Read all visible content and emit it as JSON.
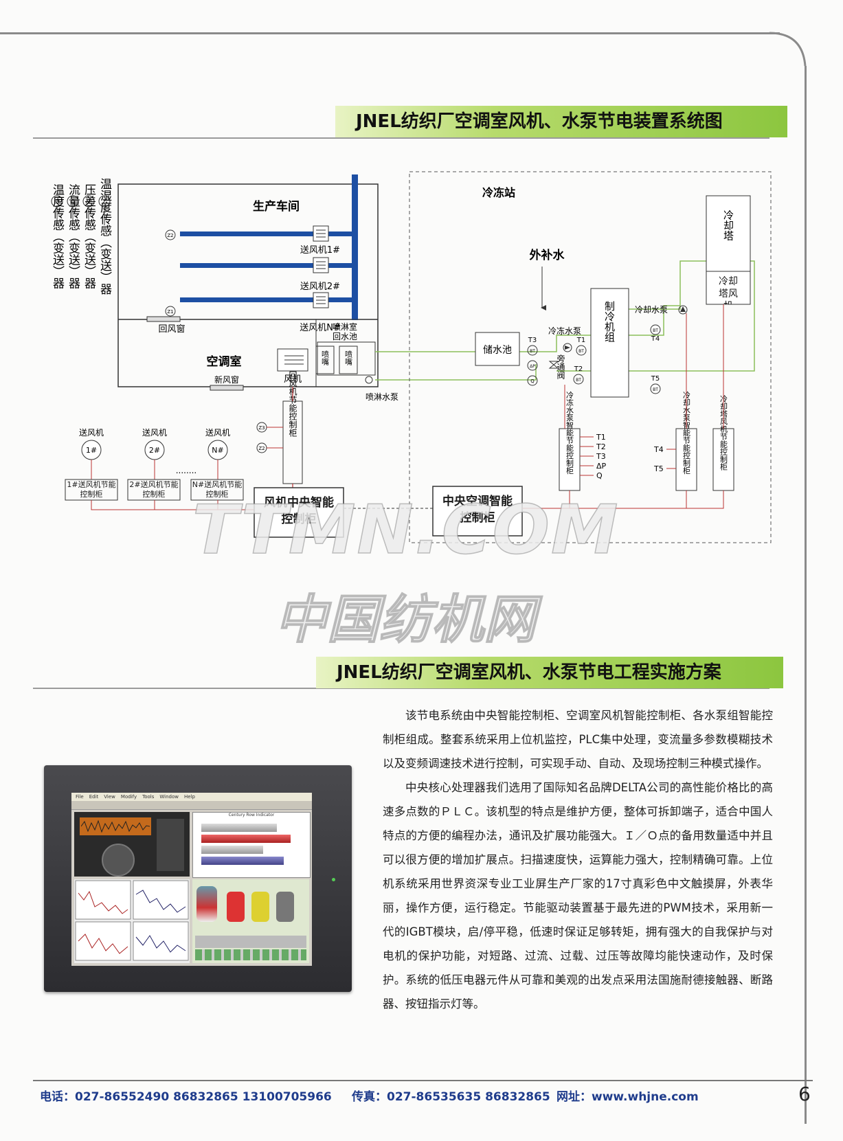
{
  "section1": {
    "title": "JNEL纺织厂空调室风机、水泵节电装置系统图"
  },
  "section2": {
    "title": "JNEL纺织厂空调室风机、水泵节电工程实施方案"
  },
  "diagram": {
    "sensors": [
      {
        "symbol": "BT",
        "label": "温度传感（变送）器"
      },
      {
        "symbol": "Q",
        "label": "流量传感（变送）器"
      },
      {
        "symbol": "ΔP",
        "label": "压差传感（变送）器"
      },
      {
        "symbol": "Z",
        "label": "温湿度传感（变送）器"
      }
    ],
    "workshop": "生产车间",
    "fans": [
      "送风机1#",
      "送风机2#",
      "送风机N#"
    ],
    "return_window": "回风窗",
    "ac_room": "空调室",
    "new_air_window": "新风窗",
    "fan": "风机",
    "spray_room": "喷淋室",
    "return_pool": "回水池",
    "nozzle": "喷嘴",
    "spray_pump": "喷淋水泵",
    "fan_energy_cabinet": "回风机节能控制柜",
    "fan_units": [
      {
        "label": "送风机",
        "id": "1#",
        "cabinet": "1#送风机节能控制柜"
      },
      {
        "label": "送风机",
        "id": "2#",
        "cabinet": "2#送风机节能控制柜"
      },
      {
        "label": "送风机",
        "id": "N#",
        "cabinet": "N#送风机节能控制柜"
      }
    ],
    "fan_central": "风机中央智能控制柜",
    "refrigeration_station": "冷冻站",
    "makeup_water": "外补水",
    "storage_pool": "储水池",
    "chilled_pump": "冷冻水泵",
    "bypass_valve": "旁通阀",
    "chiller": "制冷机组",
    "cooling_tower": "冷却塔",
    "cooling_tower_fan": "冷却塔风机",
    "cooling_pump": "冷却水泵",
    "chilled_cabinet": "冷冻水泵智能节能控制柜",
    "cooling_pump_cabinet": "冷却水泵智能节能控制柜",
    "tower_fan_cabinet": "冷却塔风机节能控制柜",
    "ac_central": "中央空调智能控制柜",
    "signals": [
      "T1",
      "T2",
      "T3",
      "ΔP",
      "Q"
    ],
    "t_labels": [
      "T1",
      "T2",
      "T3",
      "T4",
      "T5"
    ],
    "z_labels": [
      "Z1",
      "Z2",
      "Z3"
    ],
    "dots": "........"
  },
  "watermark": {
    "line1": "TTMN.COM",
    "line2": "中国纺机网"
  },
  "screen_image": {
    "menu": [
      "File",
      "Edit",
      "View",
      "Modify",
      "Tools",
      "Window",
      "Help"
    ],
    "panel_title": "Century Row Indicator"
  },
  "body": {
    "paragraphs": [
      "该节电系统由中央智能控制柜、空调室风机智能控制柜、各水泵组智能控制柜组成。整套系统采用上位机监控，PLC集中处理，变流量多参数模糊技术以及变频调速技术进行控制，可实现手动、自动、及现场控制三种模式操作。",
      "中央核心处理器我们选用了国际知名品牌DELTA公司的高性能价格比的高速多点数的ＰＬＣ。该机型的特点是维护方便，整体可拆卸端子，适合中国人特点的方便的编程办法，通讯及扩展功能强大。Ｉ／Ｏ点的备用数量适中并且可以很方便的增加扩展点。扫描速度快，运算能力强大，控制精确可靠。上位机系统采用世界资深专业工业屏生产厂家的17寸真彩色中文触摸屏，外表华丽，操作方便，运行稳定。节能驱动装置基于最先进的PWM技术，采用新一代的IGBT模块，启/停平稳，低速时保证足够转矩，拥有强大的自我保护与对电机的保护功能，对短路、过流、过载、过压等故障均能快速动作，及时保护。系统的低压电器元件从可靠和美观的出发点采用法国施耐德接触器、断路器、按钮指示灯等。"
    ]
  },
  "footer": {
    "phone": "电话：027-86552490  86832865  13100705966",
    "fax": "传真：027-86535635  86832865",
    "web": "网址：www.whjne.com",
    "page": "6"
  }
}
